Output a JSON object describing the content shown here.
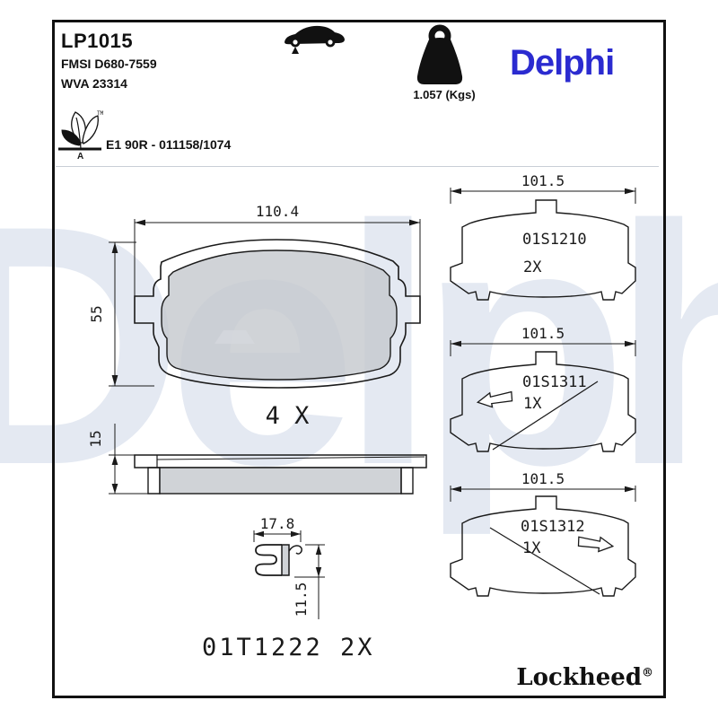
{
  "header": {
    "part_number": "LP1015",
    "fmsi_ref": "FMSI D680-7559",
    "wva_ref": "WVA 23314",
    "weight": "1.057 (Kgs)",
    "brand_logo": "Delphi",
    "homologation": "E1 90R - 011158/1074",
    "eco_letter": "A",
    "eco_tm": "TM"
  },
  "watermark_text": "Delphi",
  "drawings": {
    "pad_front": {
      "width_mm": "110.4",
      "height_mm": "55",
      "quantity": "4 X"
    },
    "pad_side": {
      "thickness_mm": "15"
    },
    "fitting_clip": {
      "width_mm": "17.8",
      "height_mm": "11.5",
      "label": "01T1222  2X"
    },
    "shim_top": {
      "width_mm": "101.5",
      "part": "01S1210",
      "qty": "2X"
    },
    "shim_middle": {
      "width_mm": "101.5",
      "part": "01S1311",
      "qty": "1X"
    },
    "shim_bottom": {
      "width_mm": "101.5",
      "part": "01S1312",
      "qty": "1X"
    }
  },
  "footer": {
    "brand": "Lockheed",
    "registered": "®"
  },
  "colors": {
    "brand_blue": "#2b2bd0",
    "watermark": "#e4e9f2",
    "friction_gray": "#c6c9ce",
    "line_black": "#1a1a1a"
  }
}
